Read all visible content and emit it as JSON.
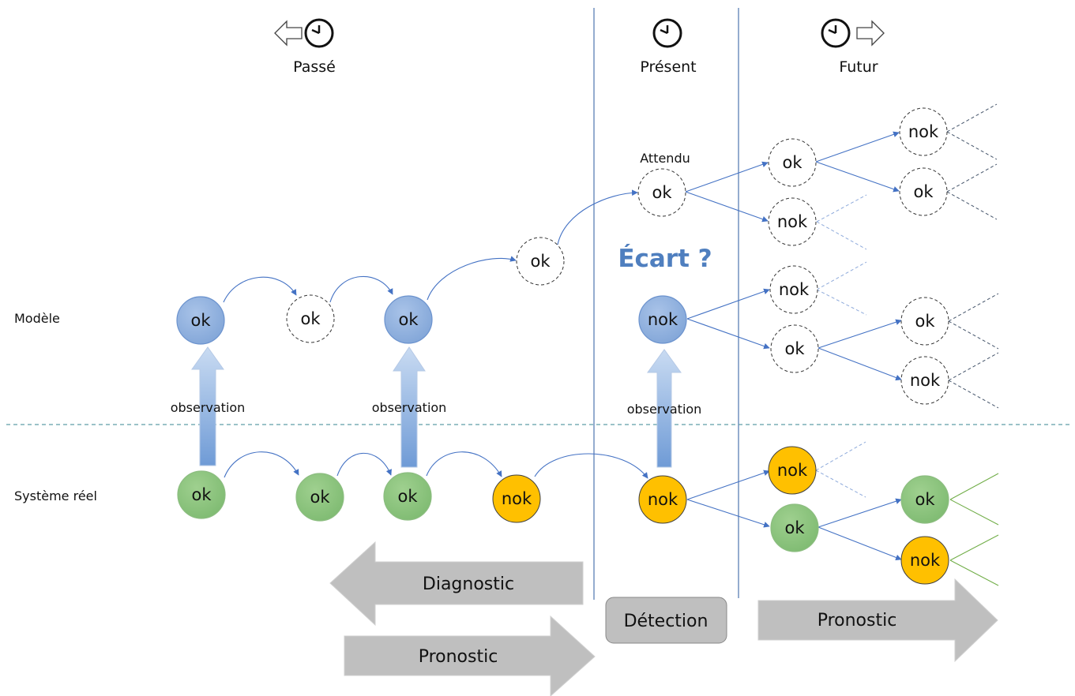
{
  "time": {
    "past": "Passé",
    "present": "Présent",
    "future": "Futur"
  },
  "rows": {
    "model": "Modèle",
    "real": "Système réel"
  },
  "labels": {
    "expected": "Attendu",
    "gap": "Écart ?",
    "observation": "observation"
  },
  "states": {
    "ok": "ok",
    "nok": "nok"
  },
  "arrows": {
    "diagnostic": "Diagnostic",
    "pronostic_past": "Pronostic",
    "detection": "Détection",
    "pronostic_future": "Pronostic"
  },
  "colors": {
    "model_fill": "#8fb0dd",
    "model_stroke": "#5b85c5",
    "real_ok_fill": "#8cc47f",
    "real_ok_stroke": "#6aa25e",
    "real_nok_fill": "#ffc000",
    "real_nok_stroke": "#404040",
    "link": "#4472c4",
    "gap_text": "#4f7fbf",
    "big_arrow": "#bfbfbf",
    "separator": "#5b7fb5",
    "dashed_line": "#5f9ea8"
  }
}
